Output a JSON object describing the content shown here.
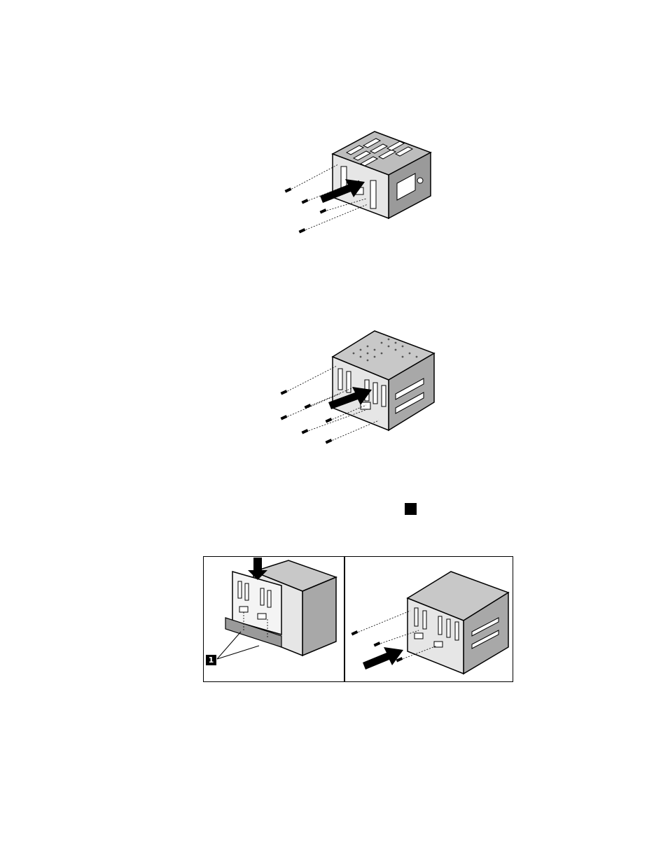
{
  "figures": [
    {
      "id": "figure-1",
      "description_visible": false
    },
    {
      "id": "figure-2",
      "description_visible": false
    },
    {
      "id": "figure-3",
      "callout_label": "1"
    }
  ],
  "colors": {
    "ink": "#000000",
    "fill_light": "#c8c8c8",
    "fill_mid": "#9a9a9a",
    "background": "#ffffff"
  }
}
